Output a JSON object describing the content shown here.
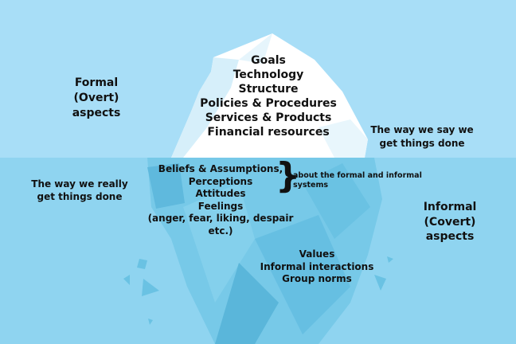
{
  "above_water": {
    "left_label": [
      "Formal",
      "(Overt)",
      "aspects"
    ],
    "tip_items": [
      "Goals",
      "Technology",
      "Structure",
      "Policies & Procedures",
      "Services & Products",
      "Financial resources"
    ],
    "right_label": [
      "The way we say we",
      "get things done"
    ]
  },
  "below_water": {
    "left_label": [
      "The way we really",
      "get things done"
    ],
    "middle_items": [
      "Beliefs & Assumptions,",
      "Perceptions",
      "Attitudes",
      "Feelings",
      "(anger, fear, liking, despair",
      "etc.)"
    ],
    "brace_note": [
      "about the formal and informal",
      "systems"
    ],
    "right_label": [
      "Informal",
      "(Covert)",
      "aspects"
    ],
    "deep_items": [
      "Values",
      "Informal interactions",
      "Group norms"
    ]
  },
  "colors": {
    "sky": "#a8def7",
    "water": "#8fd4f0",
    "ice": "#ffffff",
    "ice_shade": "#d6effa",
    "underwater_ice": "#6cc3e4"
  }
}
